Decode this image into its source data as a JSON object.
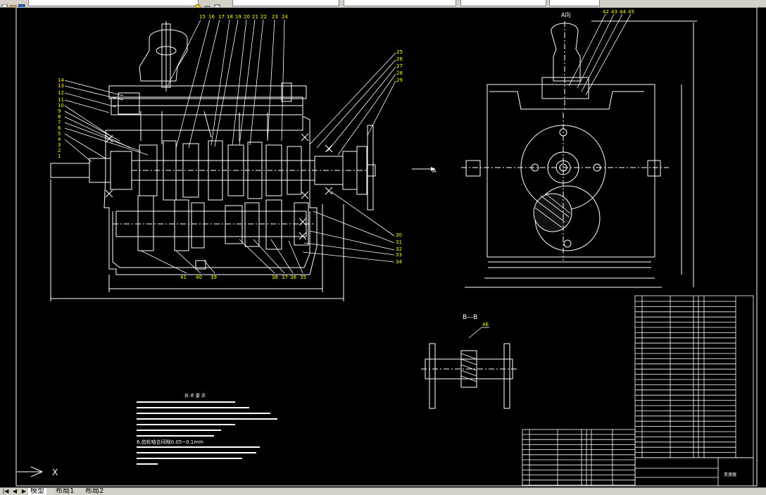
{
  "window": {
    "toolbar_fields": [
      "",
      "",
      "",
      "",
      ""
    ]
  },
  "drawing": {
    "view_a_label": "A向",
    "arrow_a_label": "A",
    "section_label": "B—B",
    "tech_req_title": "技 术 要 求",
    "tech_req_highlight": "6.齿轮啮合间隙0.05~0.1mm",
    "ucs_x_label": "X",
    "balloons_top": [
      "15",
      "16",
      "17",
      "18",
      "19",
      "20",
      "21",
      "22",
      "23",
      "24"
    ],
    "balloons_right": [
      "25",
      "26",
      "27",
      "28",
      "29"
    ],
    "balloons_left": [
      "14",
      "13",
      "12",
      "11",
      "10",
      "9",
      "8",
      "7",
      "6",
      "5",
      "4",
      "3",
      "2",
      "1"
    ],
    "balloons_bottom": [
      "41",
      "40",
      "39",
      "38",
      "37",
      "36",
      "35"
    ],
    "balloons_lower_right": [
      "30",
      "31",
      "32",
      "33",
      "34"
    ],
    "balloons_side_view": [
      "42",
      "43",
      "44",
      "45"
    ],
    "balloon_section": "46",
    "title_block_name": "变速器"
  },
  "tabs": {
    "model": "模型",
    "layout1": "布局1",
    "layout2": "布局2"
  }
}
